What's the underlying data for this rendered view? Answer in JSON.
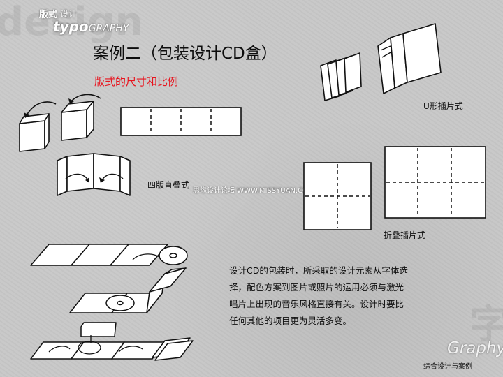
{
  "header": {
    "logo_top": "版式",
    "logo_top_sub": "设计",
    "logo_brand": "typo",
    "logo_brand_sub": "GRAPHY"
  },
  "title": "案例二（包装设计CD盒）",
  "subtitle": "版式的尺寸和比例",
  "labels": {
    "four_fold": "四版直叠式",
    "u_insert": "U形插片式",
    "fold_insert": "折叠插片式"
  },
  "watermark": "思缘设计论坛 WWW.MISSYUAN.COM",
  "paragraph": [
    "设计CD的包装时，所采取的设计元素从字体选",
    "择，配色方案到图片或照片的运用必须与激光",
    "唱片上出现的音乐风格直接有关。设计时要比",
    "任何其他的项目更为灵活多变。"
  ],
  "footer": {
    "graphy": "Graphy",
    "caption": "综合设计与案例"
  },
  "colors": {
    "background": "#c8c8c8",
    "subtitle_red": "#e8141e",
    "text": "#111111",
    "watermark": "#ffffff"
  }
}
